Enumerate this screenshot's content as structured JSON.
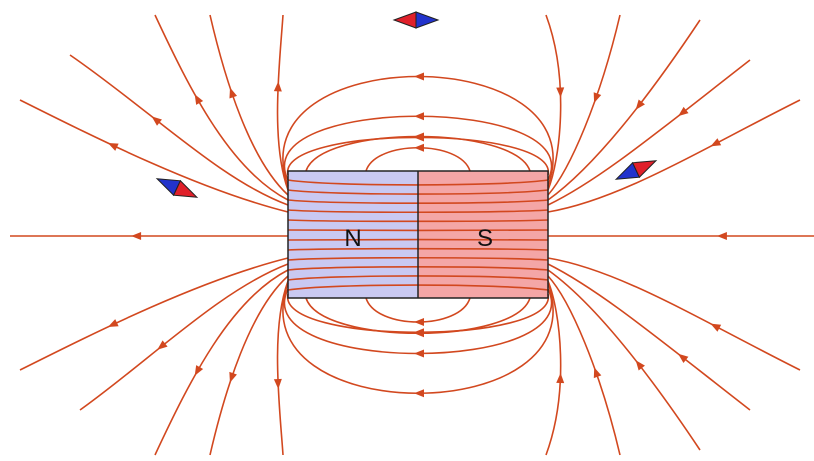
{
  "magnet": {
    "north_label": "N",
    "south_label": "S",
    "north_color": "#c9c9f2",
    "south_color": "#f4a6a6",
    "outline_color": "#222222"
  },
  "field": {
    "line_color": "#d2481f"
  },
  "compass": {
    "count": 3,
    "north_color": "#e0202a",
    "south_color": "#2233cc",
    "icon": "compass-needle-icon"
  }
}
